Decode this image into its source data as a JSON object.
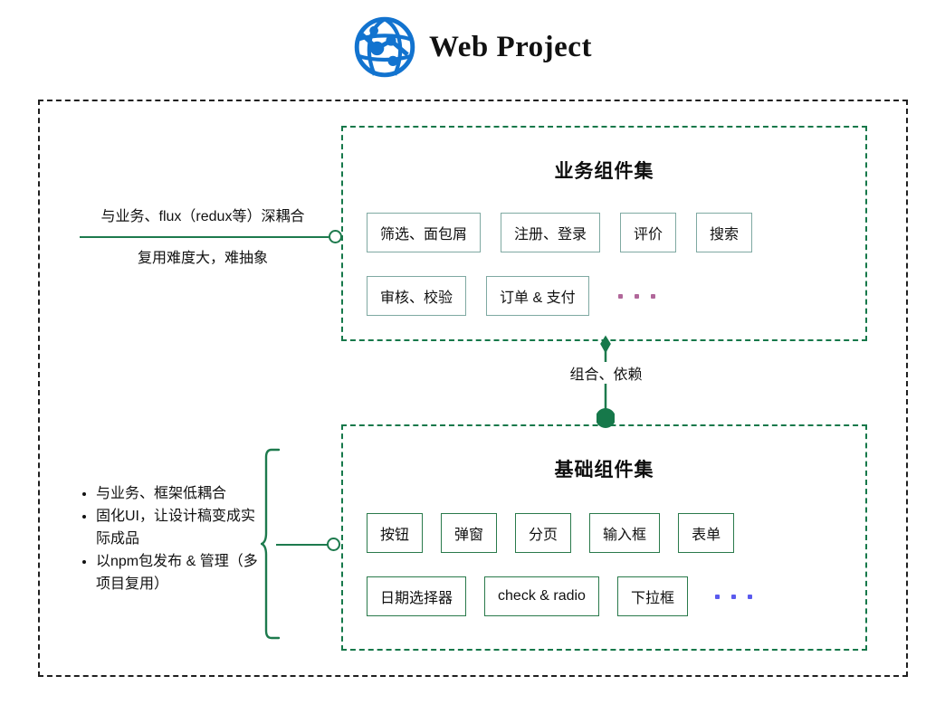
{
  "header": {
    "logo_icon": "network-globe-icon",
    "title": "Web Project"
  },
  "notes": {
    "top": {
      "line1": "与业务、flux（redux等）深耦合",
      "line2": "复用难度大，难抽象"
    },
    "bottom": {
      "bullets": [
        "与业务、框架低耦合",
        "固化UI，让设计稿变成实际成品",
        "以npm包发布 & 管理（多项目复用）"
      ]
    }
  },
  "relation": {
    "label": "组合、依赖",
    "source_marker": "filled-diamond",
    "target_marker": "filled-circle"
  },
  "groups": [
    {
      "id": "business",
      "title": "业务组件集",
      "border_color": "#16784a",
      "chip_border_color": "#7fa9a2",
      "ellipsis_color": "#b1679a",
      "rows": [
        [
          "筛选、面包屑",
          "注册、登录",
          "评价",
          "搜索"
        ],
        [
          "审核、校验",
          "订单 & 支付"
        ]
      ]
    },
    {
      "id": "base",
      "title": "基础组件集",
      "border_color": "#16784a",
      "chip_border_color": "#2a7a4b",
      "ellipsis_color": "#5a5aee",
      "rows": [
        [
          "按钮",
          "弹窗",
          "分页",
          "输入框",
          "表单"
        ],
        [
          "日期选择器",
          "check & radio",
          "下拉框"
        ]
      ]
    }
  ],
  "colors": {
    "outer_frame": "#202020",
    "green": "#1d7a4d",
    "logo_blue": "#1273cf"
  }
}
